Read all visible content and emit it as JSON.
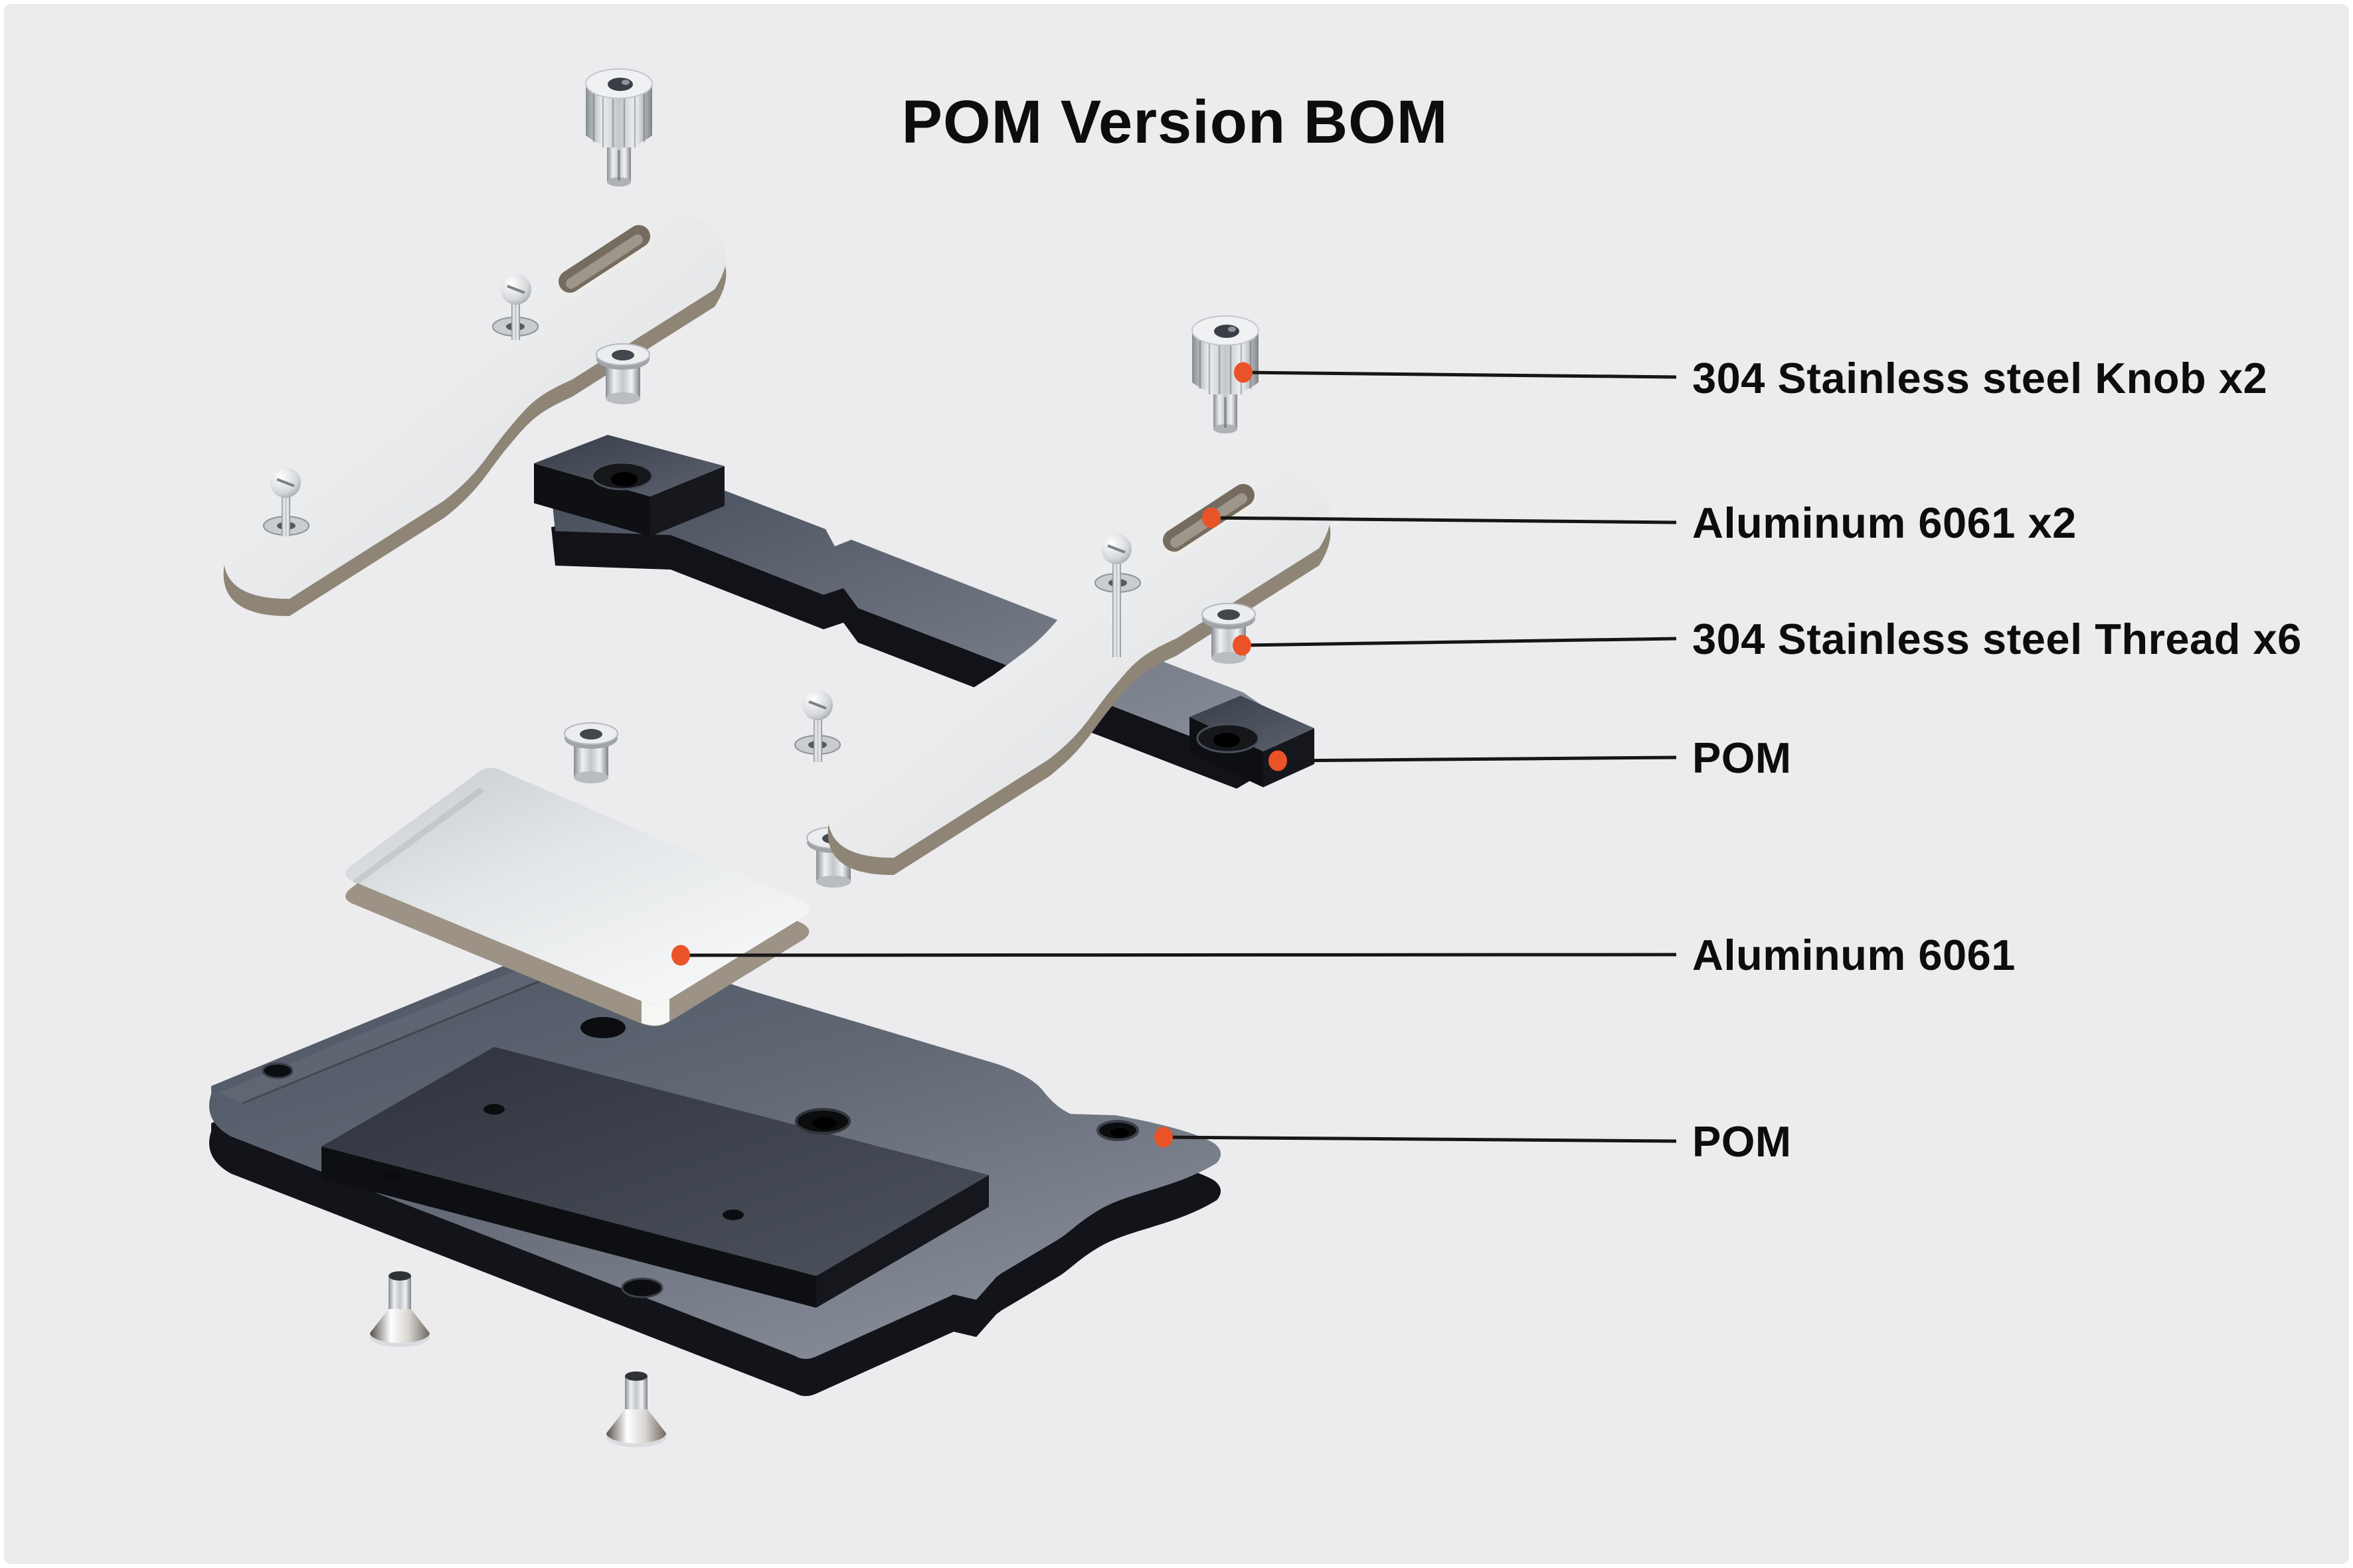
{
  "title": "POM Version BOM",
  "colors": {
    "background": "#ECECEE",
    "frame": "#FFFFFF",
    "text": "#0D0D0D",
    "leader_line": "#161616",
    "callout_dot": "#EA5327",
    "pom_material_top": "#5A6270",
    "pom_material_side": "#15161B",
    "aluminum_material": "#E9EBED",
    "aluminum_edge": "#9A9184",
    "steel_material": "#D8DBDE"
  },
  "callouts": [
    {
      "part": "stainless-knob",
      "label": "304 Stainless steel Knob x2"
    },
    {
      "part": "aluminum-arm",
      "label": "Aluminum 6061 x2"
    },
    {
      "part": "stainless-thread-insert",
      "label": "304 Stainless steel Thread x6"
    },
    {
      "part": "pom-bracket",
      "label": "POM"
    },
    {
      "part": "aluminum-clamp-plate",
      "label": "Aluminum 6061"
    },
    {
      "part": "pom-base-plate",
      "label": "POM"
    }
  ]
}
